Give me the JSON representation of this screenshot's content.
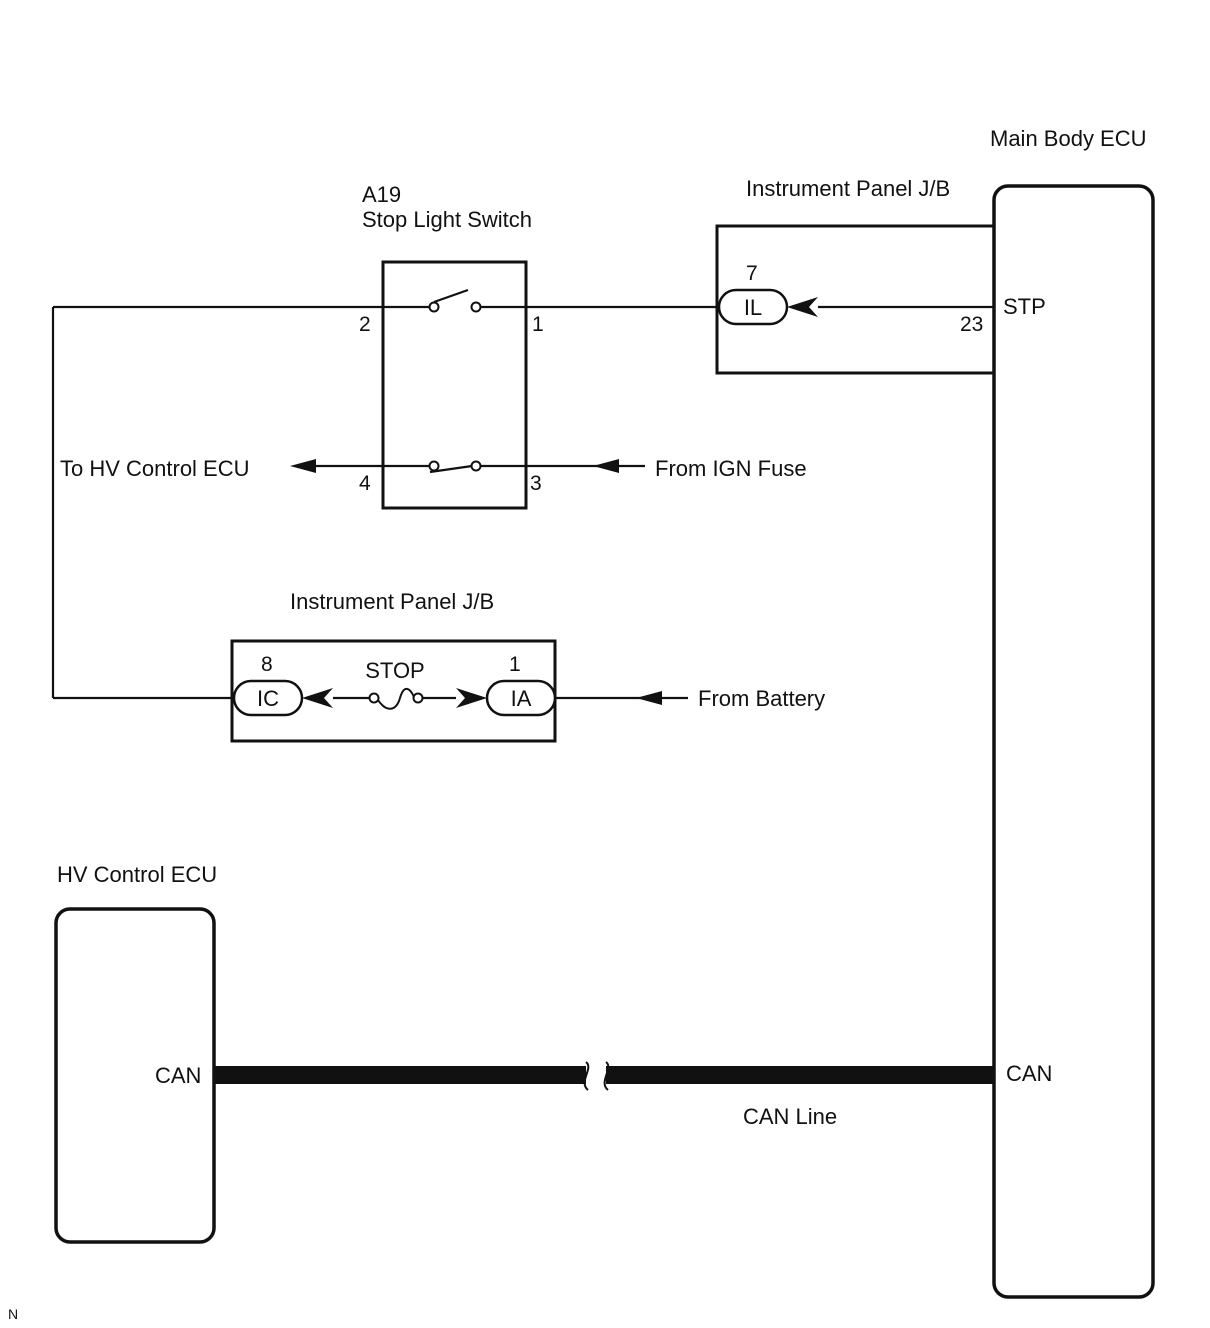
{
  "main_body_ecu": {
    "title": "Main Body ECU",
    "terminal_stp": "STP",
    "pin_stp": "23",
    "terminal_can": "CAN"
  },
  "ip_jb_top": {
    "title": "Instrument Panel J/B",
    "connector": "IL",
    "pin": "7"
  },
  "stop_light_switch": {
    "code": "A19",
    "title": "Stop Light Switch",
    "pin1": "1",
    "pin2": "2",
    "pin3": "3",
    "pin4": "4"
  },
  "ip_jb_bottom": {
    "title": "Instrument Panel J/B",
    "fuse": "STOP",
    "connector_left": "IC",
    "pin_left": "8",
    "connector_right": "IA",
    "pin_right": "1"
  },
  "hv_control_ecu": {
    "title": "HV Control ECU",
    "terminal_can": "CAN"
  },
  "labels": {
    "to_hv": "To HV Control ECU",
    "from_ign": "From IGN Fuse",
    "from_battery": "From Battery",
    "can_line": "CAN Line",
    "corner": "N"
  }
}
